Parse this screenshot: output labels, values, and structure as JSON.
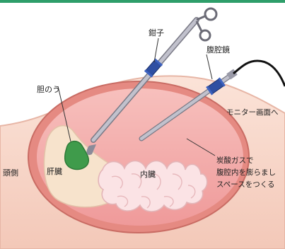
{
  "labels": {
    "forceps": "鉗子",
    "laparoscope": "腹腔鏡",
    "monitor": "モニター画面へ",
    "gallbladder": "胆のう",
    "liver": "肝臓",
    "intestine": "内臓",
    "head_side": "頭側",
    "gas_line1": "炭酸ガスで",
    "gas_line2": "腹腔内を膨らまし",
    "gas_line3": "スペースをつくる"
  },
  "colors": {
    "header_band": "#2e9e6a",
    "skin_outer": "#f6d2c4",
    "skin_edge": "#e8b1a1",
    "cavity_rim": "#d9776e",
    "cavity_fill": "#f2a3a3",
    "liver": "#f7e2c9",
    "intestine": "#fbe1e3",
    "gallbladder": "#3f9b4b",
    "instrument_body": "#c9c9d4",
    "instrument_band": "#2f4fa2",
    "cable": "#111111"
  }
}
